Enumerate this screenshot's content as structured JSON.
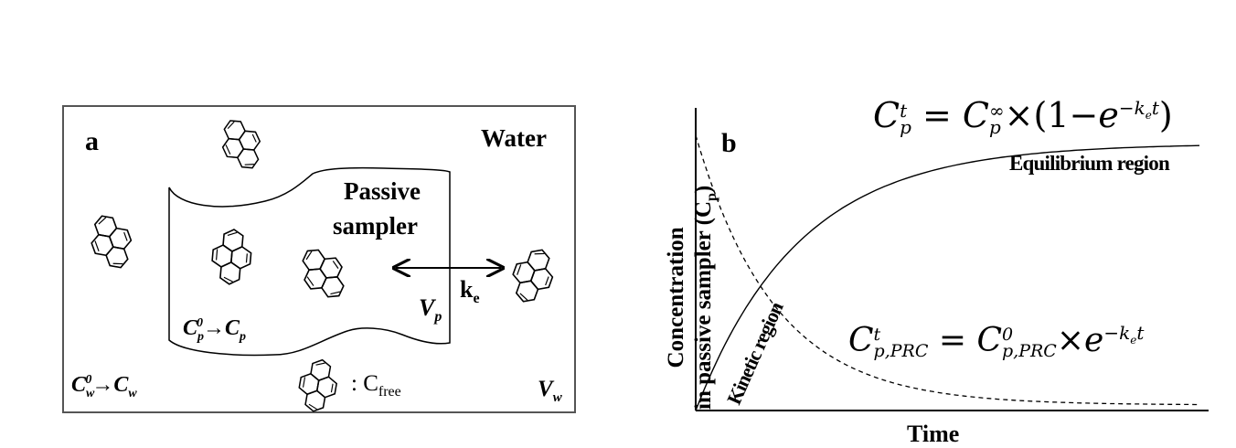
{
  "panel_a": {
    "label": "a",
    "water_label": "Water",
    "sampler_label_line1": "Passive",
    "sampler_label_line2": "sampler",
    "exchange_rate_base": "k",
    "exchange_rate_sub": "e",
    "vp_base": "V",
    "vp_sub": "p",
    "vw_base": "V",
    "vw_sub": "w",
    "cp_transition": {
      "from_base": "C",
      "from_sub": "p",
      "from_sup": "0",
      "arrow": "→",
      "to_base": "C",
      "to_sub": "p"
    },
    "cw_transition": {
      "from_base": "C",
      "from_sub": "w",
      "from_sup": "0",
      "arrow": "→",
      "to_base": "C",
      "to_sub": "w"
    },
    "legend_separator": ":",
    "legend_base": "C",
    "legend_sub": "free"
  },
  "panel_b": {
    "label": "b",
    "ylabel_line1": "Concentration",
    "ylabel_line2_prefix": "in passive sampler (C",
    "ylabel_line2_sub": "p",
    "ylabel_line2_suffix": ")",
    "xlabel": "Time",
    "equilibrium_label": "Equilibrium region",
    "kinetic_label": "Kinetic region",
    "eq_uptake": {
      "lhs_base": "C",
      "lhs_sup": "t",
      "lhs_sub": "p",
      "equals": "=",
      "rhs_base": "C",
      "rhs_sup": "∞",
      "rhs_sub": "p",
      "times": "×",
      "paren_open": "(1",
      "minus": "−",
      "e": "e",
      "exp_prefix": "−k",
      "exp_sub": "e",
      "exp_t": "t",
      "paren_close": ")"
    },
    "eq_prc": {
      "lhs_base": "C",
      "lhs_sup": "t",
      "lhs_sub": "p,PRC",
      "equals": "=",
      "rhs_base": "C",
      "rhs_sup": "0",
      "rhs_sub": "p,PRC",
      "times": "×",
      "e": "e",
      "exp_prefix": "−k",
      "exp_sub": "e",
      "exp_t": "t"
    }
  },
  "colors": {
    "line": "#000000",
    "frame": "#555555",
    "background": "#ffffff"
  },
  "icons": [
    "pyrene-molecule-icon"
  ]
}
